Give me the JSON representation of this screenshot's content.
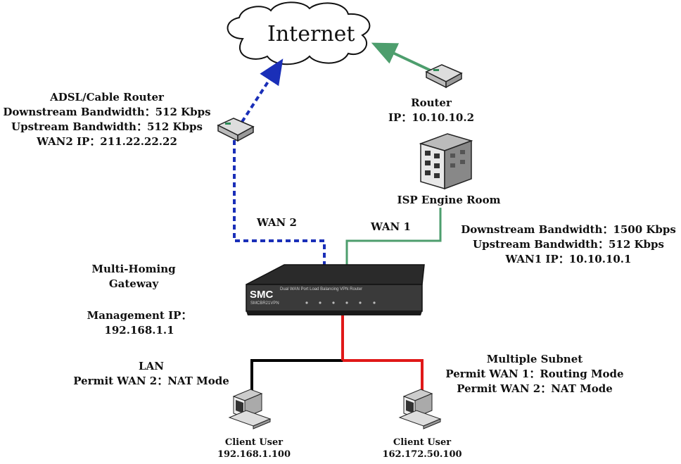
{
  "internet": {
    "label": "Internet"
  },
  "adsl_router": {
    "title": "ADSL/Cable Router",
    "downstream": "Downstream Bandwidth：512 Kbps",
    "upstream": "Upstream Bandwidth：512 Kbps",
    "wan_ip": "WAN2 IP：211.22.22.22"
  },
  "isp_router": {
    "title": "Router",
    "ip": "IP：10.10.10.2"
  },
  "isp_room": {
    "label": "ISP Engine Room"
  },
  "wan1_info": {
    "downstream": "Downstream Bandwidth：1500 Kbps",
    "upstream": "Upstream Bandwidth：512 Kbps",
    "wan_ip": "WAN1 IP：10.10.10.1"
  },
  "links": {
    "wan2": "WAN 2",
    "wan1": "WAN 1"
  },
  "gateway": {
    "title_line1": "Multi-Homing",
    "title_line2": "Gateway",
    "mgmt_line1": "Management IP：",
    "mgmt_line2": "192.168.1.1",
    "brand": "SMC",
    "subtitle": "Dual WAN Port Load Balancing VPN Router",
    "model": "SMCBR21VPN"
  },
  "lan": {
    "title": "LAN",
    "permit": "Permit WAN 2：NAT Mode"
  },
  "subnet": {
    "title": "Multiple Subnet",
    "permit1": "Permit WAN 1：Routing Mode",
    "permit2": "Permit WAN 2：NAT Mode"
  },
  "client1": {
    "title": "Client User",
    "ip": "192.168.1.100"
  },
  "client2": {
    "title": "Client User",
    "ip": "162.172.50.100"
  },
  "colors": {
    "wan1": "#4d9e6d",
    "wan2": "#1a2fb8",
    "lan": "#000000",
    "subnet": "#e01818"
  }
}
